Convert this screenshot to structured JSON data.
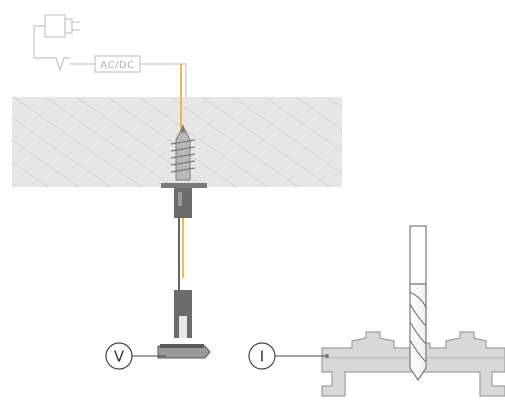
{
  "power_box": {
    "label": "AC/DC"
  },
  "markers": [
    {
      "id": "v",
      "label": "V"
    },
    {
      "id": "i",
      "label": "I"
    }
  ],
  "colors": {
    "wire_yellow": "#f2b43a",
    "outline_light": "#c8c8c8",
    "ceiling_fill": "#e4e4e4",
    "hatch": "#c2c2c2",
    "part_dark": "#6b6b6b",
    "part_mid": "#9a9a9a",
    "rail_fill": "#d8d8d8",
    "rail_stroke": "#9e9e9e",
    "text_dark": "#444444"
  }
}
